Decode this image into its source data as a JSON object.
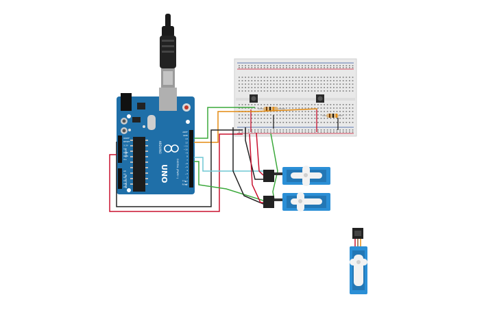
{
  "arduino": {
    "board_label": "UNO",
    "brand_label": "ARDUINO",
    "digital_header": [
      "AREF",
      "GND",
      "13",
      "12",
      "~11",
      "~10",
      "~9",
      "8",
      "7",
      "~6",
      "~5",
      "4",
      "~3",
      "2",
      "TX▲1",
      "RX◀0"
    ],
    "digital_title": "DIGITAL (PWM~)",
    "power_header": [
      "IOREF",
      "RESET",
      "3.3V",
      "5V",
      "GND",
      "GND",
      "Vin"
    ],
    "power_title": "POWER",
    "analog_header": [
      "A0",
      "A1",
      "A2",
      "A3",
      "A4",
      "A5"
    ],
    "analog_title": "ANALOG IN",
    "board_color": "#1f6fa8"
  },
  "breadboard": {
    "color": "#e9e9e9"
  },
  "wires": {
    "red": "#c8102e",
    "black": "#222222",
    "green": "#3aa83a",
    "orange": "#e38a10",
    "cyan": "#6fc7d3"
  },
  "servo": {
    "body_color": "#2b8fd6",
    "horn_color": "#f2f2f2"
  },
  "icons": [
    "usb-plug-icon",
    "reset-button-icon",
    "servo-horn-icon",
    "pushbutton-icon"
  ]
}
